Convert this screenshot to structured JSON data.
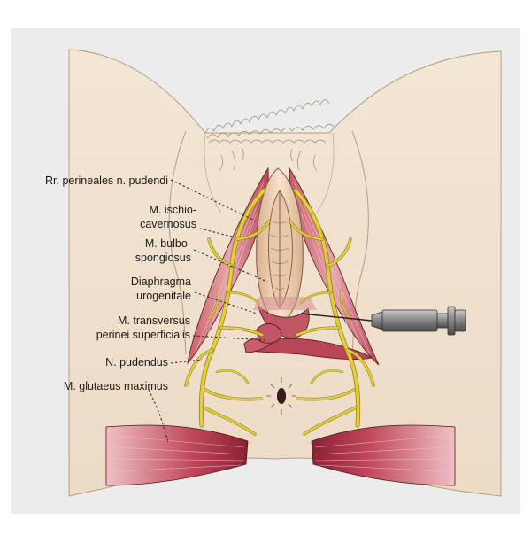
{
  "labels": {
    "rr_perineales": "Rr. perineales n. pudendi",
    "ischio_line1": "M. ischio-",
    "ischio_line2": "cavernosus",
    "bulbo_line1": "M. bulbo-",
    "bulbo_line2": "spongiosus",
    "diaphragma_line1": "Diaphragma",
    "diaphragma_line2": "urogenitale",
    "transversus_line1": "M. transversus",
    "transversus_line2": "perinei superficialis",
    "n_pudendus": "N. pudendus",
    "glutaeus": "M. glutaeus maximus"
  },
  "colors": {
    "background": "#ececec",
    "skin": "#f1e2cf",
    "skin_shadow": "#d9c2a6",
    "muscle": "#b84a5a",
    "muscle_dark": "#8c2435",
    "nerve": "#e3cf3a",
    "syringe": "#7d7d7d"
  }
}
